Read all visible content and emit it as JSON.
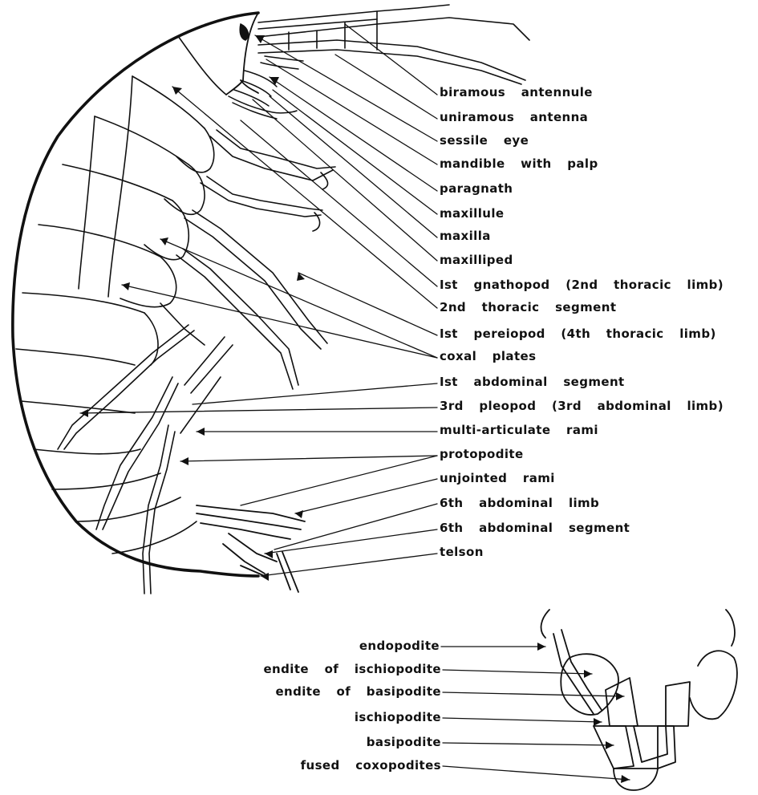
{
  "diagram": {
    "labels": [
      {
        "id": "biramous-antennule",
        "text": "biramous antennule"
      },
      {
        "id": "uniramous-antenna",
        "text": "uniramous antenna"
      },
      {
        "id": "sessile-eye",
        "text": "sessile eye"
      },
      {
        "id": "mandible-with-palp",
        "text": "mandible with palp"
      },
      {
        "id": "paragnath",
        "text": "paragnath"
      },
      {
        "id": "maxillule",
        "text": "maxillule"
      },
      {
        "id": "maxilla",
        "text": "maxilla"
      },
      {
        "id": "maxilliped",
        "text": "maxilliped"
      },
      {
        "id": "1st-gnathopod",
        "text": "Ist gnathopod (2nd thoracic limb)"
      },
      {
        "id": "2nd-thoracic-segment",
        "text": "2nd thoracic segment"
      },
      {
        "id": "1st-pereiopod",
        "text": "Ist pereiopod (4th thoracic limb)"
      },
      {
        "id": "coxal-plates",
        "text": "coxal plates"
      },
      {
        "id": "1st-abdominal-segment",
        "text": "Ist abdominal segment"
      },
      {
        "id": "3rd-pleopod",
        "text": "3rd pleopod (3rd abdominal limb)"
      },
      {
        "id": "multi-articulate-rami",
        "text": "multi-articulate rami"
      },
      {
        "id": "protopodite",
        "text": "protopodite"
      },
      {
        "id": "unjointed-rami",
        "text": "unjointed rami"
      },
      {
        "id": "6th-abdominal-limb",
        "text": "6th abdominal limb"
      },
      {
        "id": "6th-abdominal-segment",
        "text": "6th abdominal segment"
      },
      {
        "id": "telson",
        "text": "telson"
      }
    ],
    "inset_labels": [
      {
        "id": "endopodite",
        "text": "endopodite"
      },
      {
        "id": "endite-of-ischiopodite",
        "text": "endite of ischiopodite"
      },
      {
        "id": "endite-of-basipodite",
        "text": "endite of basipodite"
      },
      {
        "id": "ischiopodite",
        "text": "ischiopodite"
      },
      {
        "id": "basipodite",
        "text": "basipodite"
      },
      {
        "id": "fused-coxopodites",
        "text": "fused coxopodites"
      }
    ]
  }
}
